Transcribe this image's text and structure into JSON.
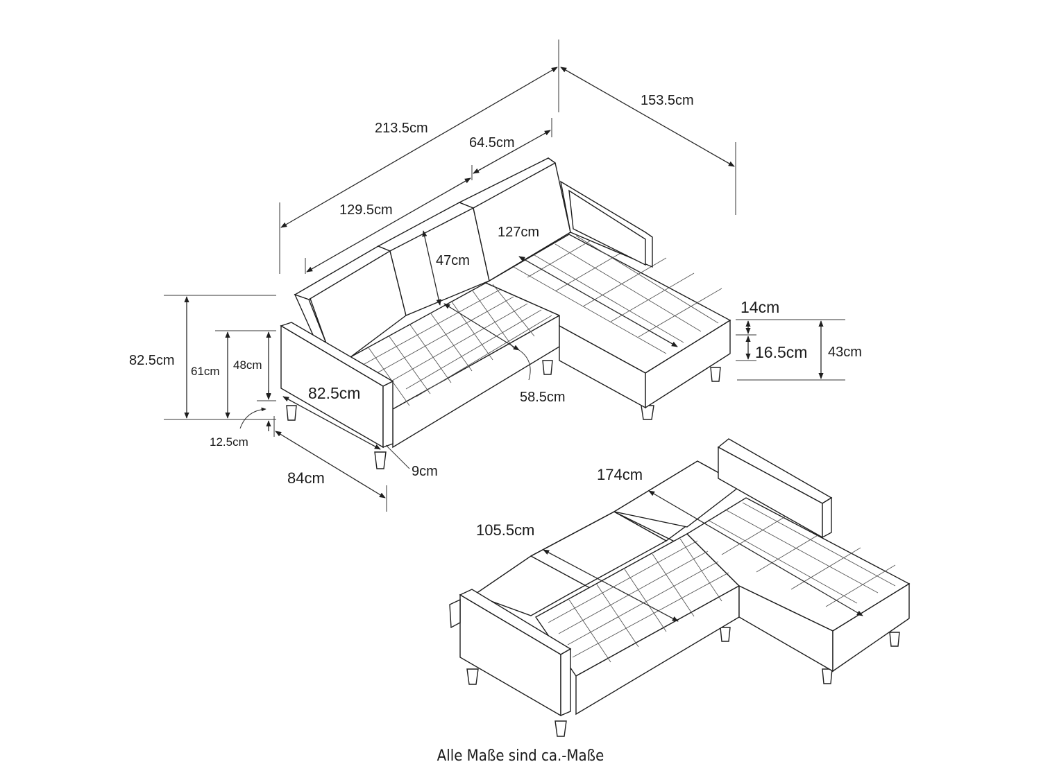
{
  "labels": {
    "total_width": "213.5cm",
    "chaise_depth": "153.5cm",
    "chaise_width": "64.5cm",
    "seat_width": "129.5cm",
    "chaise_length": "127cm",
    "back_height_cushion": "47cm",
    "seat_depth": "58.5cm",
    "armrest_length": "82.5cm",
    "total_height": "82.5cm",
    "arm_height": "61cm",
    "seat_height": "48cm",
    "leg_height": "12.5cm",
    "arm_width": "9cm",
    "total_depth": "84cm",
    "mattress_thickness": "14cm",
    "base_height": "16.5cm",
    "chaise_height": "43cm",
    "bed_length": "174cm",
    "bed_width": "105.5cm"
  },
  "footnote": "Alle Maße sind ca.-Maße"
}
